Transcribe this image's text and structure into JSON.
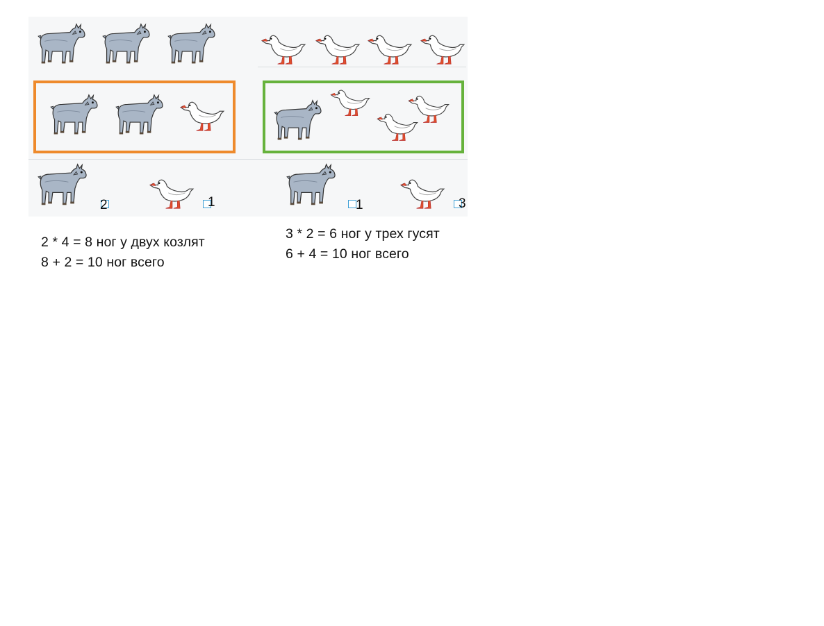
{
  "worksheet": {
    "left_group": {
      "answer_left": "2",
      "answer_right": "1"
    },
    "right_group": {
      "answer_left": "1",
      "answer_right": "3"
    },
    "colors": {
      "left_frame": "#ee8a2c",
      "right_frame": "#66b23c",
      "answer_box": "#3fa0d6"
    }
  },
  "solutions": {
    "left": {
      "line1": "2 * 4 = 8 ног у двух козлят",
      "line2": "8 + 2 = 10 ног всего"
    },
    "right": {
      "line1": "3 * 2 = 6 ног у трех гусят",
      "line2": "6 + 4 = 10 ног всего"
    }
  }
}
